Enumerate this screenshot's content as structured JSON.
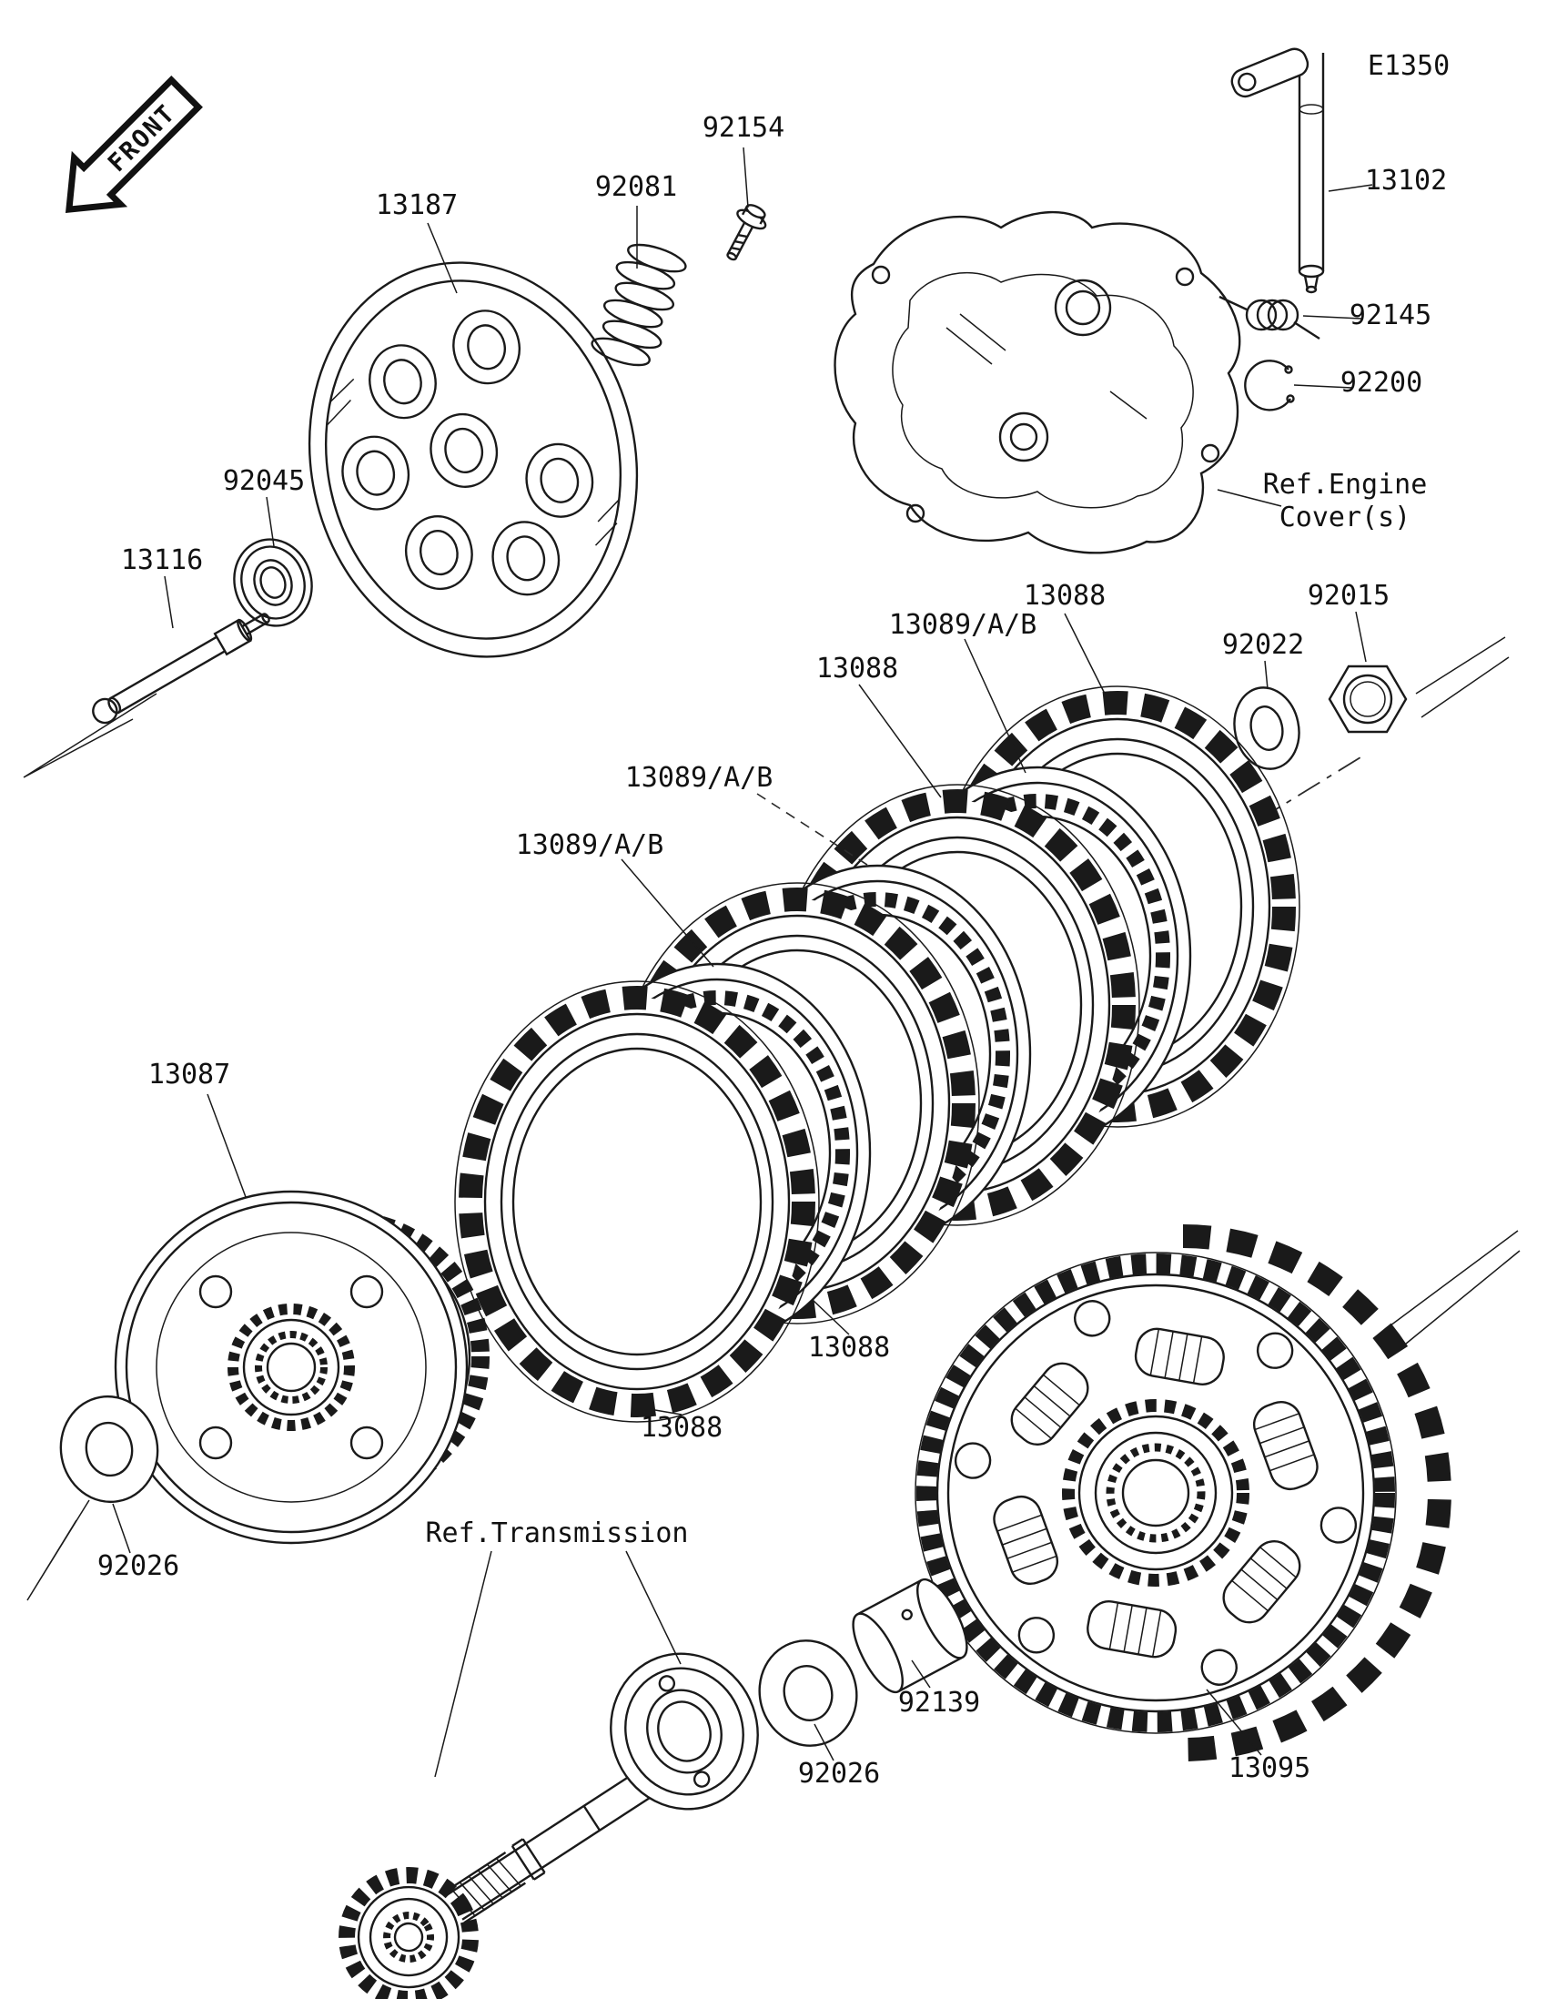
{
  "page": {
    "background": "#ffffff",
    "line_color": "#1a1a1a"
  },
  "front_marker": "FRONT",
  "page_code": "E1350",
  "references": {
    "engine_cover_line1": "Ref.Engine",
    "engine_cover_line2": "Cover(s)",
    "transmission": "Ref.Transmission"
  },
  "part_numbers": {
    "p13187": "13187",
    "p92081": "92081",
    "p92154": "92154",
    "p13102": "13102",
    "p92145": "92145",
    "p92200": "92200",
    "p92045": "92045",
    "p13116": "13116",
    "p13088": "13088",
    "p13089": "13089/A/B",
    "p92022": "92022",
    "p92015": "92015",
    "p13087": "13087",
    "p92026": "92026",
    "p92139": "92139",
    "p13095": "13095"
  }
}
